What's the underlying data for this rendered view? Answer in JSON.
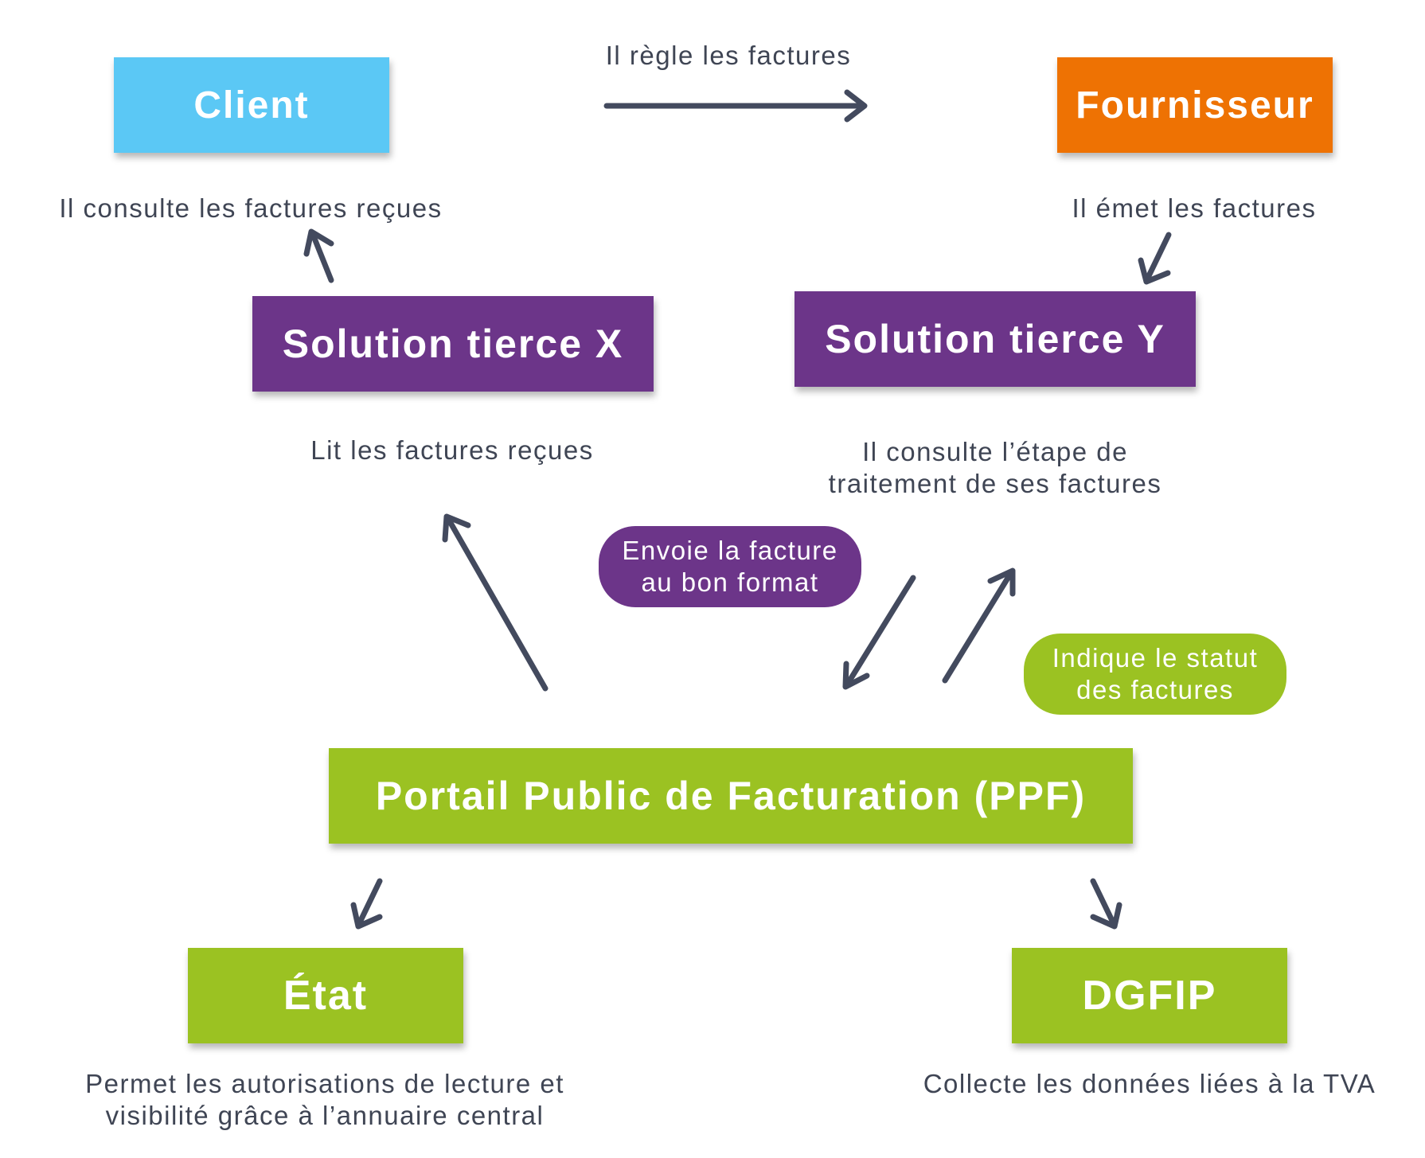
{
  "colors": {
    "client": "#5bc8f5",
    "fournisseur": "#ee7203",
    "solution": "#6c3589",
    "ppf_green": "#9bc222",
    "arrow": "#434a5e",
    "text": "#3f4554"
  },
  "nodes": {
    "client": "Client",
    "fournisseur": "Fournisseur",
    "solution_x": "Solution tierce X",
    "solution_y": "Solution tierce Y",
    "ppf": "Portail Public de Facturation (PPF)",
    "etat": "État",
    "dgfip": "DGFIP"
  },
  "labels": {
    "regle": "Il règle les factures",
    "client_consulte": "Il consulte les factures reçues",
    "emet": "Il émet les factures",
    "lit": "Lit les factures reçues",
    "y_consulte_1": "Il consulte l’étape de",
    "y_consulte_2": "traitement de ses factures",
    "etat_1": "Permet les autorisations de lecture et",
    "etat_2": "visibilité grâce à l’annuaire central",
    "dgfip": "Collecte les données liées à la TVA"
  },
  "pills": {
    "envoie_1": "Envoie la facture",
    "envoie_2": "au bon format",
    "statut_1": "Indique le statut",
    "statut_2": "des factures"
  }
}
